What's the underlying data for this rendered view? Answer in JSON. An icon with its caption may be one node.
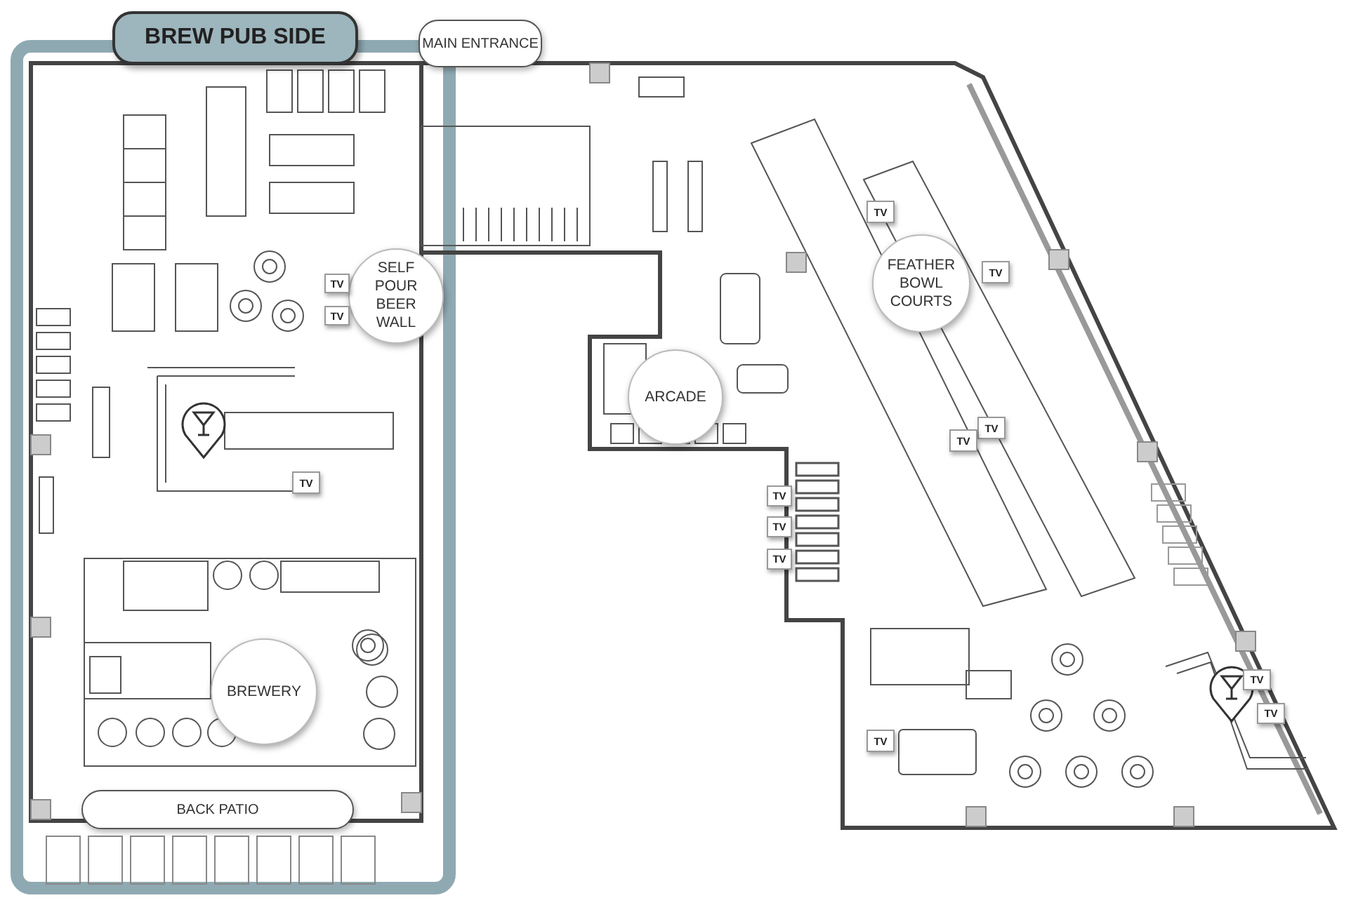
{
  "diagram": {
    "nodes": [
      {
        "text": [
          "BREW PUB SIDE"
        ]
      },
      {
        "text": [
          "MAIN ENTRANCE"
        ]
      },
      {
        "text": [
          "TV"
        ]
      },
      {
        "text": [
          "SELF POUR BEER WALL"
        ]
      },
      {
        "text": [
          "TV"
        ]
      },
      {
        "text": [
          "FEATHER BOWL COURTS"
        ]
      },
      {
        "text": [
          "TV"
        ]
      },
      {
        "text": [
          "TV"
        ]
      },
      {
        "text": [
          "ARCADE"
        ]
      },
      {
        "text": [
          "TV"
        ]
      },
      {
        "text": [
          "TV"
        ]
      },
      {
        "text": [
          "TV"
        ]
      },
      {
        "text": [
          "TV"
        ]
      },
      {
        "text": [
          "TV"
        ]
      },
      {
        "text": [
          "TV"
        ]
      },
      {
        "text": [
          "BREWERY"
        ]
      },
      {
        "text": [
          "TV"
        ]
      },
      {
        "text": [
          "TV"
        ]
      },
      {
        "text": [
          "TV"
        ]
      },
      {
        "text": [
          "BACK PATIO"
        ]
      }
    ]
  }
}
